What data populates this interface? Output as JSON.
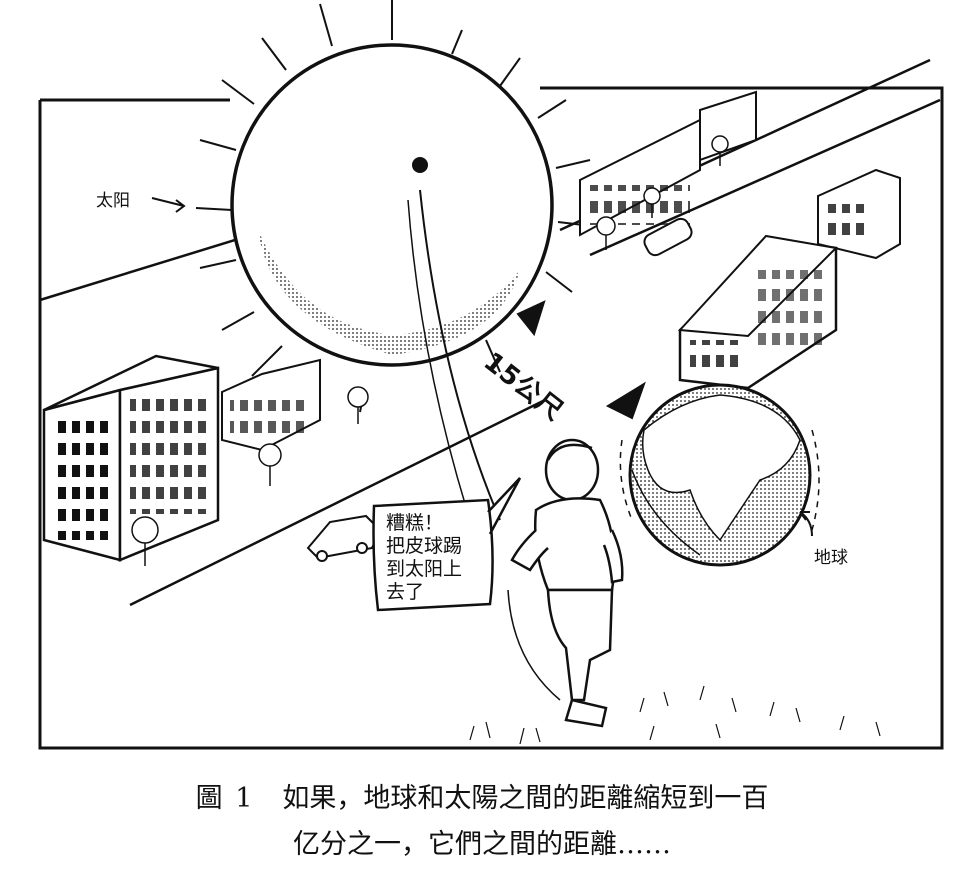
{
  "labels": {
    "sun": "太阳",
    "earth": "地球",
    "distance": "15公尺"
  },
  "speech_bubble": {
    "text": "糟糕！\n把皮球踢\n到太阳上\n去了"
  },
  "caption": {
    "figure": "圖 1",
    "line1": "如果，地球和太陽之間的距離縮短到一百",
    "line2": "亿分之一，它們之間的距離……"
  }
}
